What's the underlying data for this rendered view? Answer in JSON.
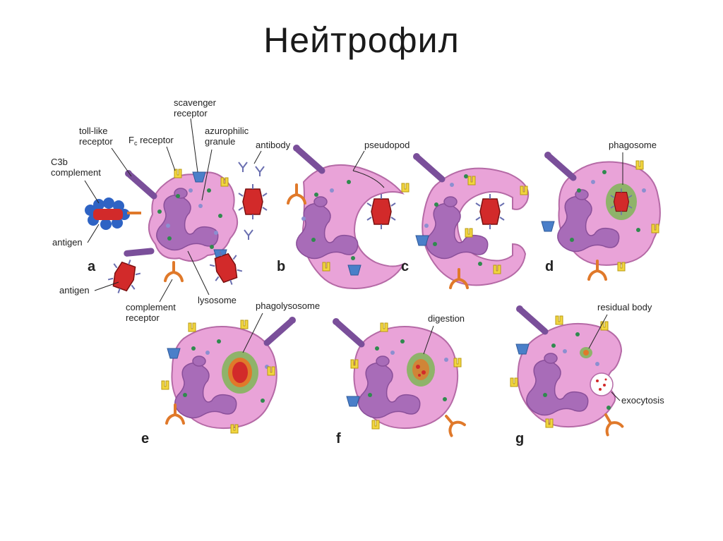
{
  "title": "Нейтрофил",
  "labels": {
    "scavenger_receptor": "scavenger\nreceptor",
    "toll_like_receptor": "toll-like\nreceptor",
    "fc_receptor_main": "F",
    "fc_receptor_sub": "c",
    "fc_receptor_rest": " receptor",
    "azurophilic_granule": "azurophilic\ngranule",
    "antibody": "antibody",
    "c3b_complement": "C3b\ncomplement",
    "antigen_top": "antigen",
    "antigen_bottom": "antigen",
    "complement_receptor": "complement\nreceptor",
    "lysosome": "lysosome",
    "pseudopod": "pseudopod",
    "phagosome": "phagosome",
    "phagolysosome": "phagolysosome",
    "digestion": "digestion",
    "residual_body": "residual body",
    "exocytosis": "exocytosis"
  },
  "panels": [
    "a",
    "b",
    "c",
    "d",
    "e",
    "f",
    "g"
  ],
  "colors": {
    "cell": "#e9a3d8",
    "nucleus": "#a86cb8",
    "receptor_yellow": "#f2d640",
    "receptor_blue": "#4a7fc9",
    "receptor_orange": "#e0792a",
    "toll_like": "#7a4f9a",
    "antigen": "#d22a2a",
    "phagosome": "#8fb36a"
  }
}
